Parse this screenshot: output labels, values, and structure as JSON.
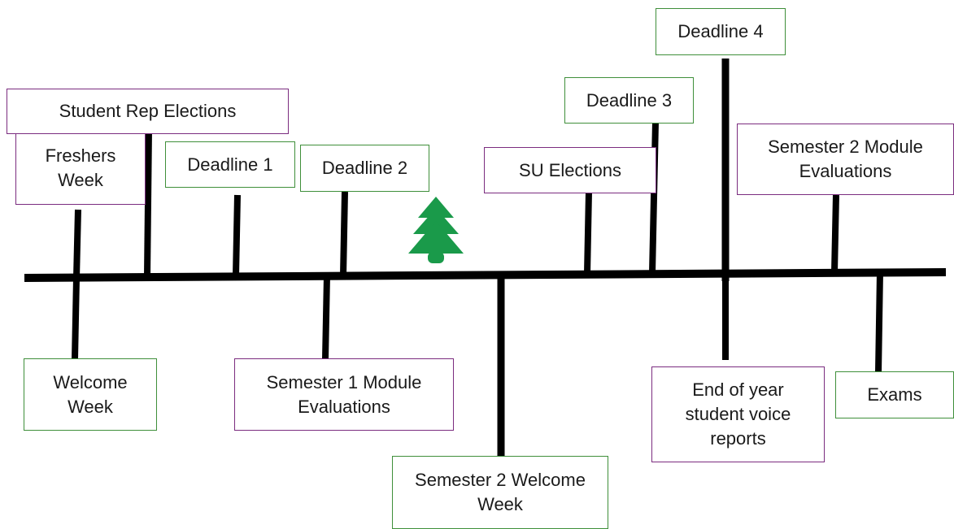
{
  "timeline": {
    "events": [
      {
        "label": "Freshers\nWeek",
        "border": "#7b2c7f"
      },
      {
        "label": "Student Rep Elections",
        "border": "#7b2c7f"
      },
      {
        "label": "Deadline 1",
        "border": "#3f8f3a"
      },
      {
        "label": "Deadline 2",
        "border": "#3f8f3a"
      },
      {
        "label": "SU Elections",
        "border": "#7b2c7f"
      },
      {
        "label": "Deadline 3",
        "border": "#3f8f3a"
      },
      {
        "label": "Deadline 4",
        "border": "#3f8f3a"
      },
      {
        "label": "Semester 2 Module\nEvaluations",
        "border": "#7b2c7f"
      },
      {
        "label": "Welcome\nWeek",
        "border": "#3f8f3a"
      },
      {
        "label": "Semester 1 Module\nEvaluations",
        "border": "#7b2c7f"
      },
      {
        "label": "Semester 2 Welcome\nWeek",
        "border": "#3f8f3a"
      },
      {
        "label": "End of year\nstudent voice\nreports",
        "border": "#7b2c7f"
      },
      {
        "label": "Exams",
        "border": "#3f8f3a"
      }
    ],
    "break_icon": "christmas-tree-icon",
    "break_icon_color": "#1a9a4a",
    "line_color": "#000000"
  }
}
